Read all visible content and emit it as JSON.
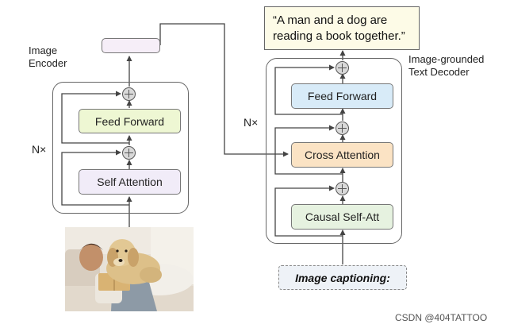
{
  "image_encoder": {
    "label_line1": "Image",
    "label_line2": "Encoder",
    "repeat_label": "N×",
    "blocks": {
      "feed_forward": "Feed Forward",
      "self_attention": "Self Attention"
    },
    "colors": {
      "feed_forward": "#eef7d3",
      "self_attention": "#f1ecf8",
      "output_token": "#f6eef8"
    }
  },
  "text_decoder": {
    "label_line1": "Image-grounded",
    "label_line2": "Text Decoder",
    "repeat_label": "N×",
    "blocks": {
      "feed_forward": "Feed Forward",
      "cross_attention": "Cross Attention",
      "causal_self_att": "Causal Self-Att"
    },
    "colors": {
      "feed_forward": "#d8ebf8",
      "cross_attention": "#fbe3c4",
      "causal_self_att": "#e6f2e0"
    }
  },
  "output_caption": "“A man and a dog are reading a book together.”",
  "task_label": "Image captioning:",
  "watermark": "CSDN @404TATTOO",
  "input_image": {
    "description_icon": "photo-man-and-dog-reading"
  }
}
